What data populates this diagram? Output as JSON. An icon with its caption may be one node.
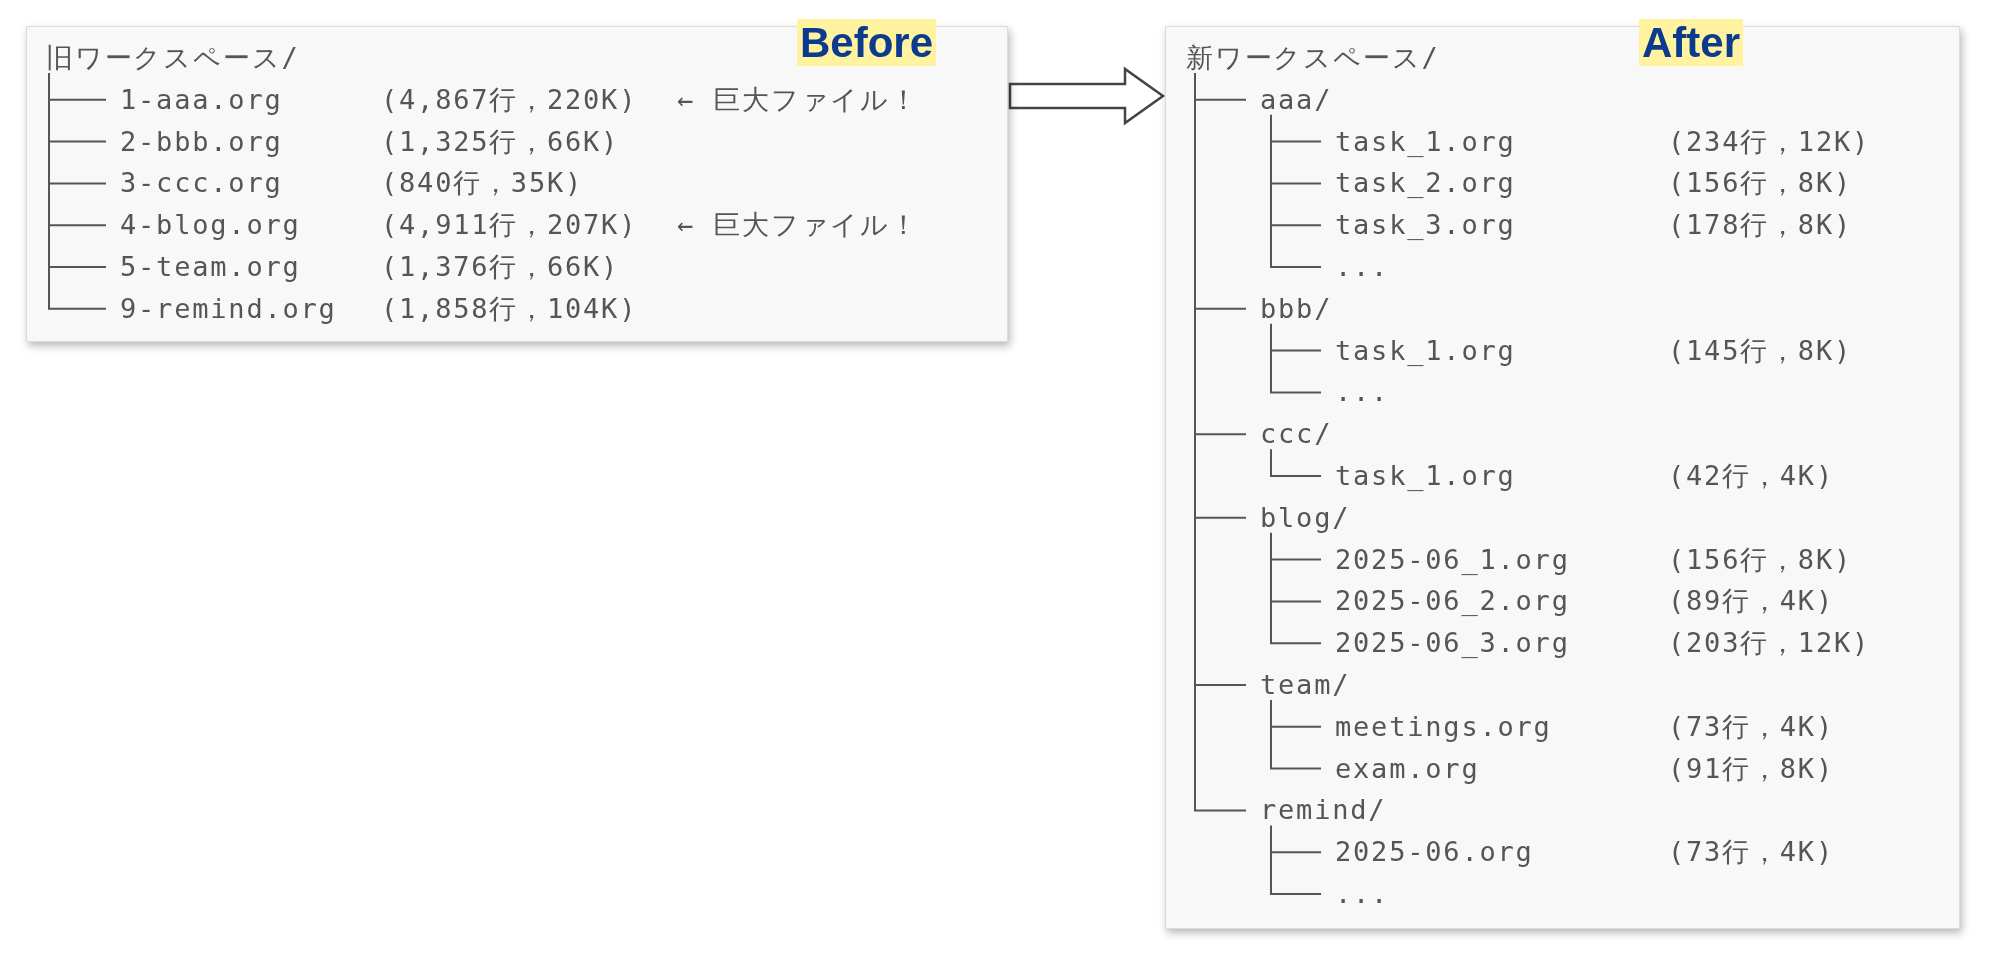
{
  "diagram": {
    "nodes": [
      {
        "text": [
          "旧ワークスペース/",
          "1-aaa.org",
          "(4,867行，220K)",
          "← 巨大ファイル！",
          "2-bbb.org",
          "(1,325行，66K)",
          "3-ccc.org",
          "(840行，35K)",
          "4-blog.org",
          "(4,911行，207K)",
          "← 巨大ファイル！",
          "5-team.org",
          "(1,376行，66K)",
          "9-remind.org",
          "(1,858行，104K)"
        ]
      },
      {
        "text": [
          "Before"
        ]
      },
      {
        "text": [
          "新ワークスペース/",
          "aaa/",
          "task_1.org",
          "(234行，12K)",
          "task_2.org",
          "(156行，8K)",
          "task_3.org",
          "(178行，8K)",
          "...",
          "bbb/",
          "task_1.org",
          "(145行，8K)",
          "...",
          "ccc/",
          "task_1.org",
          "(42行，4K)",
          "blog/",
          "2025-06_1.org",
          "(156行，8K)",
          "2025-06_2.org",
          "(89行，4K)",
          "2025-06_3.org",
          "(203行，12K)",
          "team/",
          "meetings.org",
          "(73行，4K)",
          "exam.org",
          "(91行，8K)",
          "remind/",
          "2025-06.org",
          "(73行，4K)",
          "..."
        ]
      },
      {
        "text": [
          "After"
        ]
      }
    ],
    "edges": [
      {
        "from": 0,
        "to": 2,
        "arrow": "to"
      }
    ]
  }
}
